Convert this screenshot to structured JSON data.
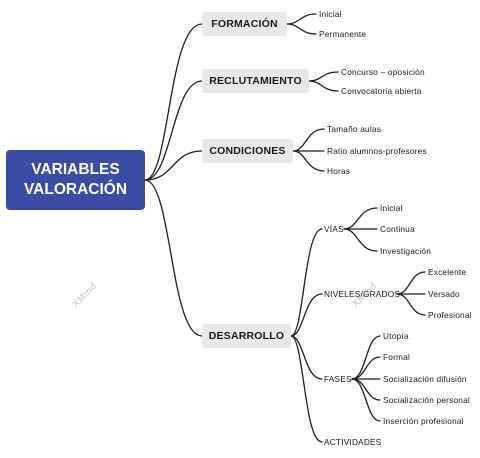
{
  "root": {
    "line1": "VARIABLES",
    "line2": "VALORACIÓN"
  },
  "branches": {
    "formacion": {
      "label": "FORMACIÓN",
      "children": [
        "Inicial",
        "Permanente"
      ]
    },
    "reclutamiento": {
      "label": "RECLUTAMIENTO",
      "children": [
        "Concurso – oposición",
        "Convocatoria abierta"
      ]
    },
    "condiciones": {
      "label": "CONDICIONES",
      "children": [
        "Tamaño aulas",
        "Ratio alumnos-profesores",
        "Horas"
      ]
    },
    "desarrollo": {
      "label": "DESARROLLO",
      "vias": {
        "label": "VÍAS",
        "children": [
          "Inicial",
          "Continua",
          "Investigación"
        ]
      },
      "niveles": {
        "label": "NIVELES/GRADOS",
        "children": [
          "Excelente",
          "Versado",
          "Profesional"
        ]
      },
      "fases": {
        "label": "FASES",
        "children": [
          "Utopía",
          "Formal",
          "Socialización difusión",
          "Socialización personal",
          "Inserción profesional"
        ]
      },
      "actividades": {
        "label": "ACTIVIDADES"
      }
    }
  },
  "watermark": {
    "brand": "XMind"
  }
}
